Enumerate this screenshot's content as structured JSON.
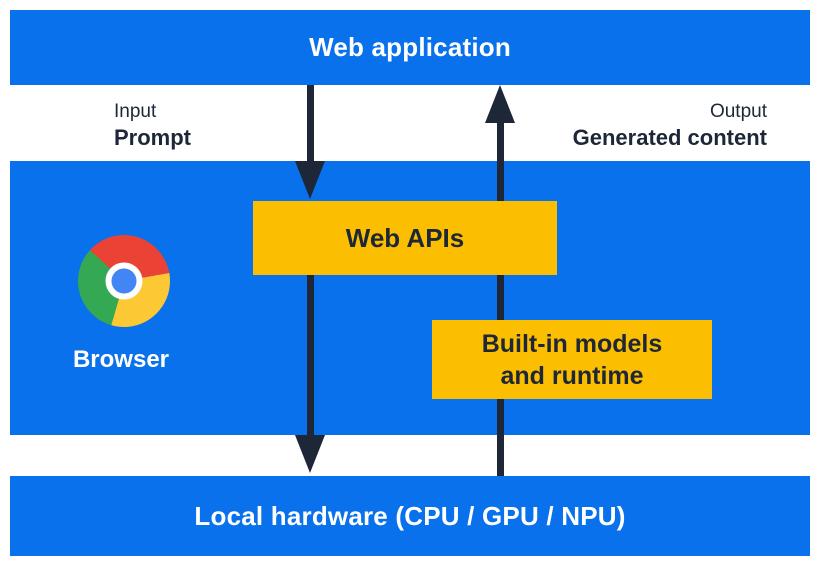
{
  "colors": {
    "blue": "#0871eb",
    "yellow": "#fcbe00",
    "dark": "#1d2737",
    "white": "#ffffff",
    "chrome_red": "#ea4335",
    "chrome_yellow": "#fcc934",
    "chrome_green": "#34a853",
    "chrome_blue": "#4285f4"
  },
  "top_bar": {
    "label": "Web application"
  },
  "flow_labels": {
    "input_caption": "Input",
    "input_value": "Prompt",
    "output_caption": "Output",
    "output_value": "Generated content"
  },
  "browser": {
    "label": "Browser",
    "logo_icon": "chrome-logo"
  },
  "boxes": {
    "web_apis_label": "Web APIs",
    "builtin_label": "Built-in models and runtime"
  },
  "bottom_bar": {
    "label": "Local hardware (CPU / GPU / NPU)"
  }
}
